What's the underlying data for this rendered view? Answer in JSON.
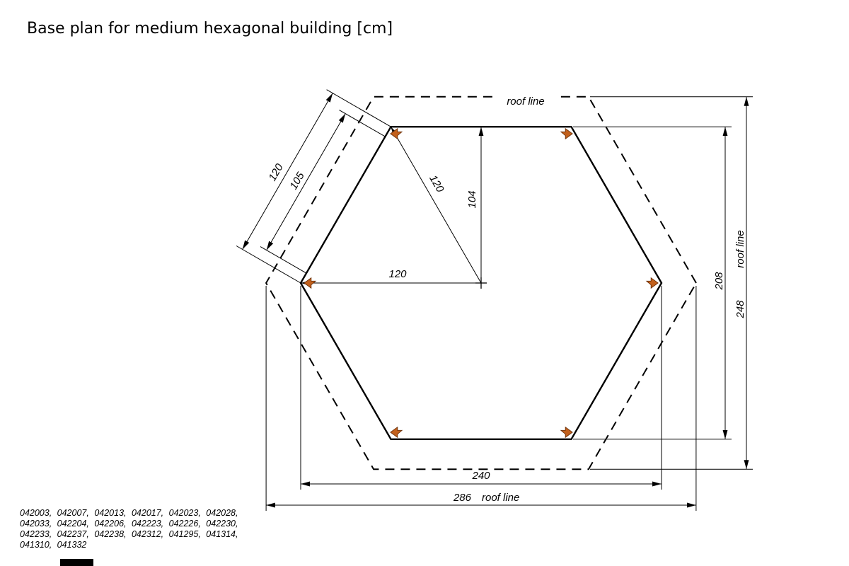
{
  "title": "Base plan for medium hexagonal building [cm]",
  "labels": {
    "roof_line": "roof line"
  },
  "dims": {
    "side_length": "120",
    "post_spacing": "105",
    "center_to_corner": "120",
    "center_to_side": "104",
    "center_to_left_corner": "120",
    "across_sides": "208",
    "roof_across_sides": "248",
    "across_corners": "240",
    "roof_across_corners": "286"
  },
  "product_codes": [
    "042003, 042007, 042013, 042017, 042023, 042028,",
    "042033, 042204, 042206, 042223, 042226, 042230,",
    "042233, 042237, 042238, 042312, 041295, 041314,",
    "041310, 041332"
  ],
  "colors": {
    "post_fill": "#c2601c",
    "post_stroke": "#6b3009",
    "line": "#000000"
  }
}
